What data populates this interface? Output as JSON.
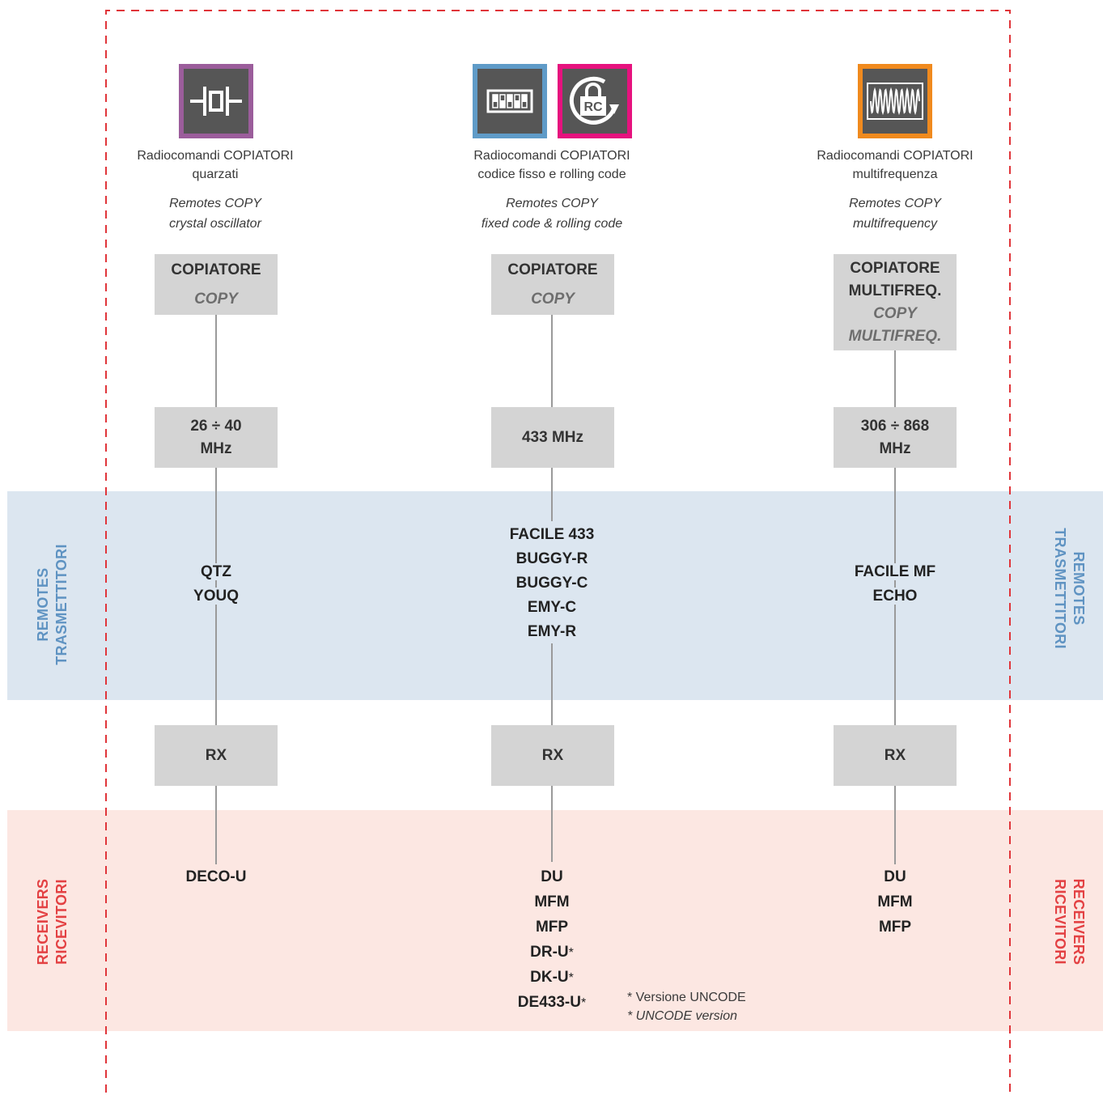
{
  "colors": {
    "band_blue": "#dce6f0",
    "band_pink": "#fce7e2",
    "dash": "#e0353a",
    "box": "#d4d4d4",
    "line": "#9a9a9a",
    "label_blue": "#5f93c2",
    "label_red": "#e34143"
  },
  "side_labels": {
    "remotes_en": "REMOTES",
    "remotes_it": "TRASMETTITORI",
    "receivers_en": "RECEIVERS",
    "receivers_it": "RICEVITORI"
  },
  "columns": [
    {
      "icons": [
        {
          "name": "crystal-oscillator-icon",
          "border": "#9b5d9b"
        }
      ],
      "title_line1": "Radiocomandi COPIATORI",
      "title_line2": "quarzati",
      "sub_line1": "Remotes COPY",
      "sub_line2": "crystal oscillator",
      "copy_box": {
        "line1": "COPIATORE",
        "line2": "",
        "it_line1": "COPY",
        "it_line2": ""
      },
      "freq": {
        "line1": "26 ÷ 40",
        "line2": "MHz"
      },
      "remotes": [
        "QTZ",
        "YOUQ"
      ],
      "rx": "RX",
      "receivers": [
        {
          "name": "DECO-U",
          "mark": ""
        }
      ]
    },
    {
      "icons": [
        {
          "name": "dip-switch-icon",
          "border": "#5f9bc8"
        },
        {
          "name": "rolling-code-lock-icon",
          "border": "#e6127e"
        }
      ],
      "icon_rc_text": "RC",
      "title_line1": "Radiocomandi COPIATORI",
      "title_line2": "codice fisso e rolling code",
      "sub_line1": "Remotes COPY",
      "sub_line2": "fixed code & rolling code",
      "copy_box": {
        "line1": "COPIATORE",
        "line2": "",
        "it_line1": "COPY",
        "it_line2": ""
      },
      "freq": {
        "line1": "433 MHz",
        "line2": ""
      },
      "remotes": [
        "FACILE 433",
        "BUGGY-R",
        "BUGGY-C",
        "EMY-C",
        "EMY-R"
      ],
      "rx": "RX",
      "receivers": [
        {
          "name": "DU",
          "mark": ""
        },
        {
          "name": "MFM",
          "mark": ""
        },
        {
          "name": "MFP",
          "mark": ""
        },
        {
          "name": "DR-U",
          "mark": "*"
        },
        {
          "name": "DK-U",
          "mark": "*"
        },
        {
          "name": "DE433-U",
          "mark": "*"
        }
      ]
    },
    {
      "icons": [
        {
          "name": "sine-wave-icon",
          "border": "#f08a1e"
        }
      ],
      "title_line1": "Radiocomandi COPIATORI",
      "title_line2": "multifrequenza",
      "sub_line1": "Remotes COPY",
      "sub_line2": "multifrequency",
      "copy_box": {
        "line1": "COPIATORE",
        "line2": "MULTIFREQ.",
        "it_line1": "COPY",
        "it_line2": "MULTIFREQ."
      },
      "freq": {
        "line1": "306 ÷ 868",
        "line2": "MHz"
      },
      "remotes": [
        "FACILE MF",
        "ECHO"
      ],
      "rx": "RX",
      "receivers": [
        {
          "name": "DU",
          "mark": ""
        },
        {
          "name": "MFM",
          "mark": ""
        },
        {
          "name": "MFP",
          "mark": ""
        }
      ]
    }
  ],
  "footnote": {
    "line1": "* Versione UNCODE",
    "line2": "* UNCODE version"
  }
}
